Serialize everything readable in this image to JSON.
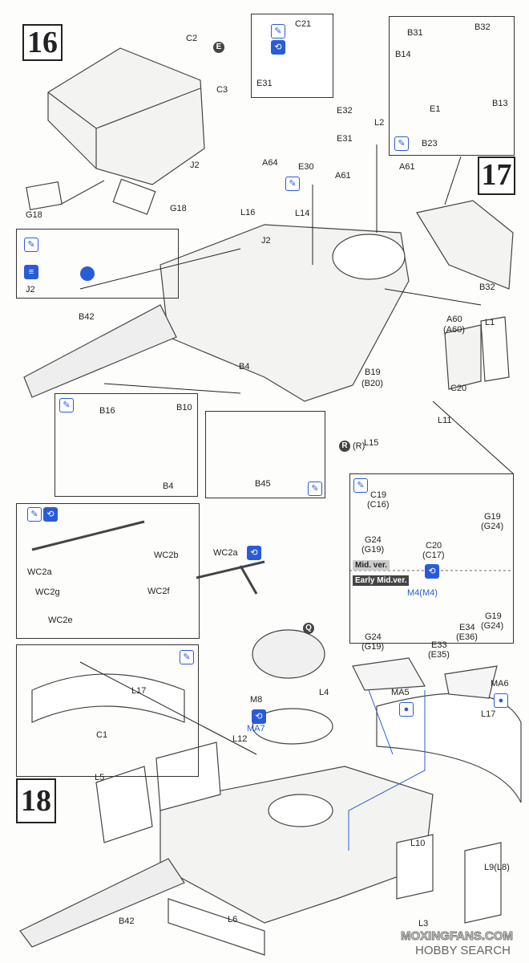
{
  "steps": {
    "s16": "16",
    "s17": "17",
    "s18": "18"
  },
  "markers": {
    "E": "E",
    "R": "R",
    "R2": "(R)",
    "Q": "Q"
  },
  "labels": {
    "c2": "C2",
    "c3": "C3",
    "j2_a": "J2",
    "g18_a": "G18",
    "g18_b": "G18",
    "j2_inset": "J2",
    "c21": "C21",
    "e31_box": "E31",
    "e32": "E32",
    "e31": "E31",
    "l2": "L2",
    "a64": "A64",
    "e30": "E30",
    "a61_a": "A61",
    "a61_b": "A61",
    "l16": "L16",
    "l14": "L14",
    "j2_b": "J2",
    "b42_a": "B42",
    "b4_a": "B4",
    "b19": "B19",
    "b20": "(B20)",
    "l1": "L1",
    "a60": "A60",
    "a60p": "(A60)",
    "c20": "C20",
    "l11": "L11",
    "l15": "L15",
    "b31": "B31",
    "b32_box": "B32",
    "b14": "B14",
    "e1": "E1",
    "b13": "B13",
    "b23": "B23",
    "b32": "B32",
    "b16": "B16",
    "b10": "B10",
    "b4_box": "B4",
    "b45": "B45",
    "c19": "C19",
    "c16p": "(C16)",
    "g19_a": "G19",
    "g24p_a": "(G24)",
    "g24_a": "G24",
    "g19p_a": "(G19)",
    "c20b": "C20",
    "c17p": "(C17)",
    "m4": "M4(M4)",
    "g19_b": "G19",
    "g24p_b": "(G24)",
    "g24_b": "G24",
    "g19p_b": "(G19)",
    "e34": "E34",
    "e36p": "(E36)",
    "e33": "E33",
    "e35p": "(E35)",
    "wc2a": "WC2a",
    "wc2b": "WC2b",
    "wc2g": "WC2g",
    "wc2f": "WC2f",
    "wc2e": "WC2e",
    "wc2a_b": "WC2a",
    "l17_box": "L17",
    "c1": "C1",
    "m8": "M8",
    "ma7": "MA7",
    "l4": "L4",
    "ma5": "MA5",
    "ma6": "MA6",
    "l17": "L17",
    "l12": "L12",
    "l5": "L5",
    "l10": "L10",
    "l9": "L9(L8)",
    "l3": "L3",
    "b42_b": "B42",
    "l6": "L6"
  },
  "versions": {
    "mid": "Mid. ver.",
    "early_mid": "Early Mid.ver."
  },
  "watermark": {
    "line1": "MOXINGFANS.COM",
    "line2": "HOBBY SEARCH"
  },
  "colors": {
    "accent": "#2a5bd7"
  }
}
